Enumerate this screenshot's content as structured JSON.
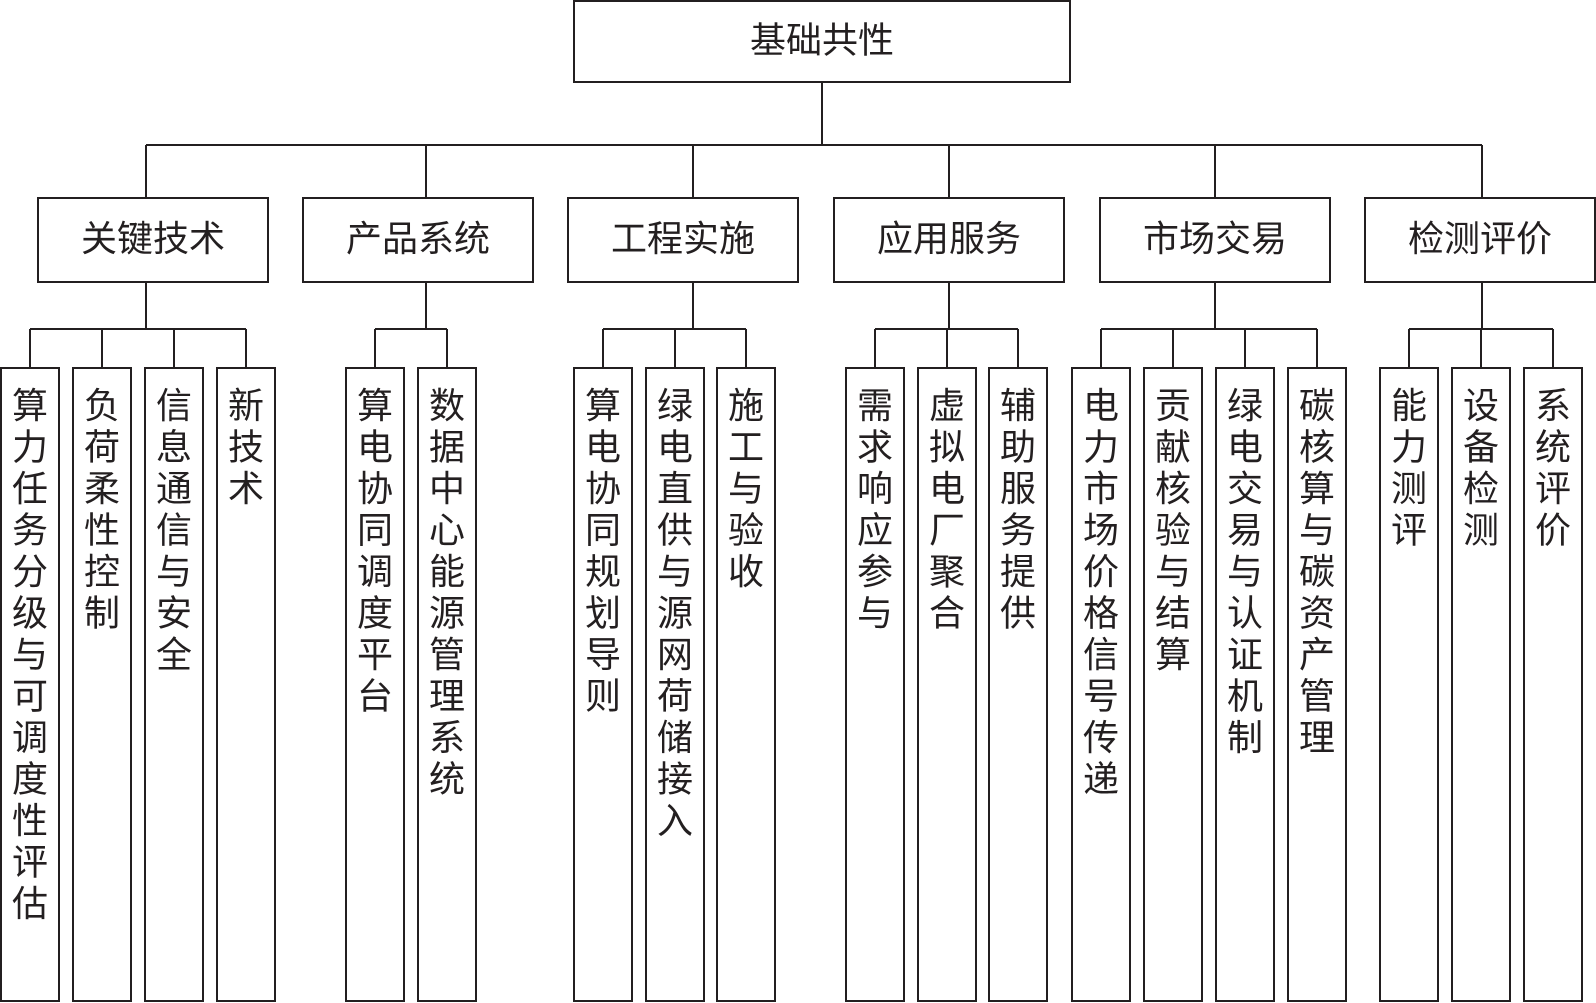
{
  "root": {
    "label": "基础共性"
  },
  "categories": [
    {
      "label": "关键技术",
      "items": [
        {
          "label": "算力任务分级与可调度性评估"
        },
        {
          "label": "负荷柔性控制"
        },
        {
          "label": "信息通信与安全"
        },
        {
          "label": "新技术"
        }
      ]
    },
    {
      "label": "产品系统",
      "items": [
        {
          "label": "算电协同调度平台"
        },
        {
          "label": "数据中心能源管理系统"
        }
      ]
    },
    {
      "label": "工程实施",
      "items": [
        {
          "label": "算电协同规划导则"
        },
        {
          "label": "绿电直供与源网荷储接入"
        },
        {
          "label": "施工与验收"
        }
      ]
    },
    {
      "label": "应用服务",
      "items": [
        {
          "label": "需求响应参与"
        },
        {
          "label": "虚拟电厂聚合"
        },
        {
          "label": "辅助服务提供"
        }
      ]
    },
    {
      "label": "市场交易",
      "items": [
        {
          "label": "电力市场价格信号传递"
        },
        {
          "label": "贡献核验与结算"
        },
        {
          "label": "绿电交易与认证机制"
        },
        {
          "label": "碳核算与碳资产管理"
        }
      ]
    },
    {
      "label": "检测评价",
      "items": [
        {
          "label": "能力测评"
        },
        {
          "label": "设备检测"
        },
        {
          "label": "系统评价"
        }
      ]
    }
  ]
}
